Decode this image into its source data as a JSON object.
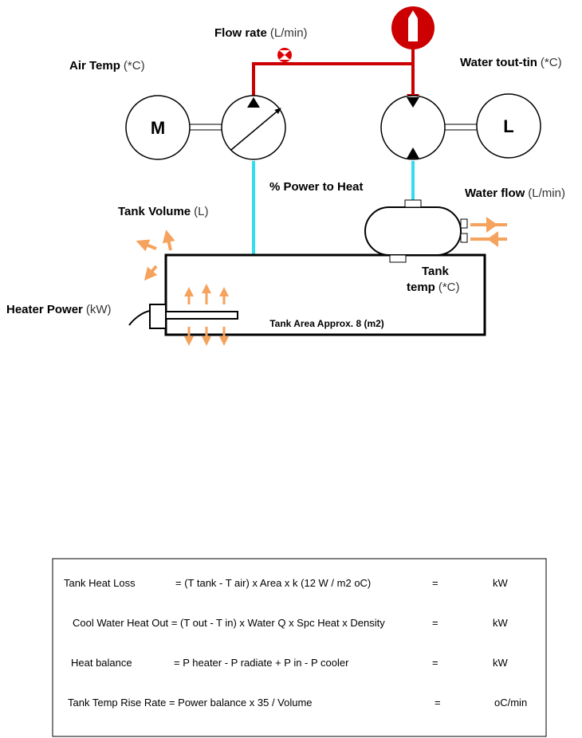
{
  "labels": {
    "flow_rate": "Flow rate",
    "flow_rate_unit": "(L/min)",
    "air_temp": "Air Temp",
    "air_temp_unit": "(*C)",
    "water_tout_tin": "Water tout-tin",
    "water_tout_tin_unit": "(*C)",
    "motor": "M",
    "load": "L",
    "power_to_heat": "% Power to Heat",
    "water_flow": "Water flow",
    "water_flow_unit": "(L/min)",
    "tank_volume": "Tank Volume",
    "tank_volume_unit": "(L)",
    "tank_temp_line1": "Tank",
    "tank_temp_line2": "temp",
    "tank_temp_unit": "(*C)",
    "heater_power": "Heater Power",
    "heater_power_unit": "(kW)",
    "tank_area": "Tank Area Approx. 8 (m2)"
  },
  "formulas": [
    {
      "name": "Tank Heat Loss",
      "expr": "= (T tank - T air) x Area x k (12 W / m2 oC)",
      "eq": "=",
      "unit": "kW"
    },
    {
      "name": "Cool Water Heat Out",
      "expr": "= (T out - T in) x Water Q x Spc Heat x Density",
      "eq": "=",
      "unit": "kW"
    },
    {
      "name": "Heat balance",
      "expr": "= P heater - P radiate + P in - P cooler",
      "eq": "=",
      "unit": "kW"
    },
    {
      "name": "Tank Temp Rise Rate",
      "expr": "= Power balance x 35 / Volume",
      "eq": "=",
      "unit": "oC/min"
    }
  ],
  "colors": {
    "pipe_red": "#CC0000",
    "cyan": "#33DDEE",
    "orange_arrow": "#F5A25D",
    "valve_red": "#E00000"
  },
  "icons": [
    "motor-icon",
    "pump-icon",
    "load-icon",
    "valve-icon",
    "cooler-icon",
    "heater-icon",
    "heat-arrow-icon"
  ]
}
